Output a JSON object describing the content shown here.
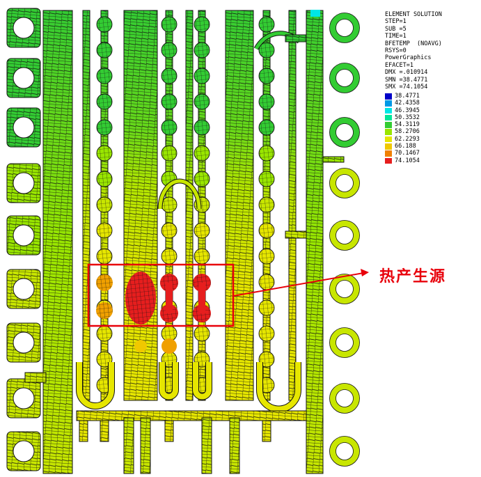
{
  "legend": {
    "header_lines": [
      "ELEMENT SOLUTION",
      "STEP=1",
      "SUB =5",
      "TIME=1",
      "BFETEMP  (NOAVG)",
      "RSYS=0",
      "PowerGraphics",
      "EFACET=1",
      "DMX =.010914",
      "SMN =38.4771",
      "SMX =74.1054"
    ],
    "scale": [
      {
        "value": "38.4771",
        "color": "#0000c8"
      },
      {
        "value": "42.4358",
        "color": "#0099e6"
      },
      {
        "value": "46.3945",
        "color": "#00e6e6"
      },
      {
        "value": "50.3532",
        "color": "#00e699"
      },
      {
        "value": "54.3119",
        "color": "#33cc33"
      },
      {
        "value": "58.2706",
        "color": "#99e600"
      },
      {
        "value": "62.2293",
        "color": "#e6e600"
      },
      {
        "value": "66.188",
        "color": "#f0c800"
      },
      {
        "value": "70.1467",
        "color": "#f08000"
      },
      {
        "value": "74.1054",
        "color": "#e61e1e"
      }
    ]
  },
  "annotation": {
    "label": "热产生源",
    "color": "#e8000b"
  },
  "colors": {
    "mesh_line": "#1a1a1a",
    "green": "#33cc33",
    "yellow_green": "#99e600",
    "yellow": "#e6e600",
    "orange": "#f0a000",
    "red": "#e61e1e",
    "cyan": "#00e6e6"
  }
}
